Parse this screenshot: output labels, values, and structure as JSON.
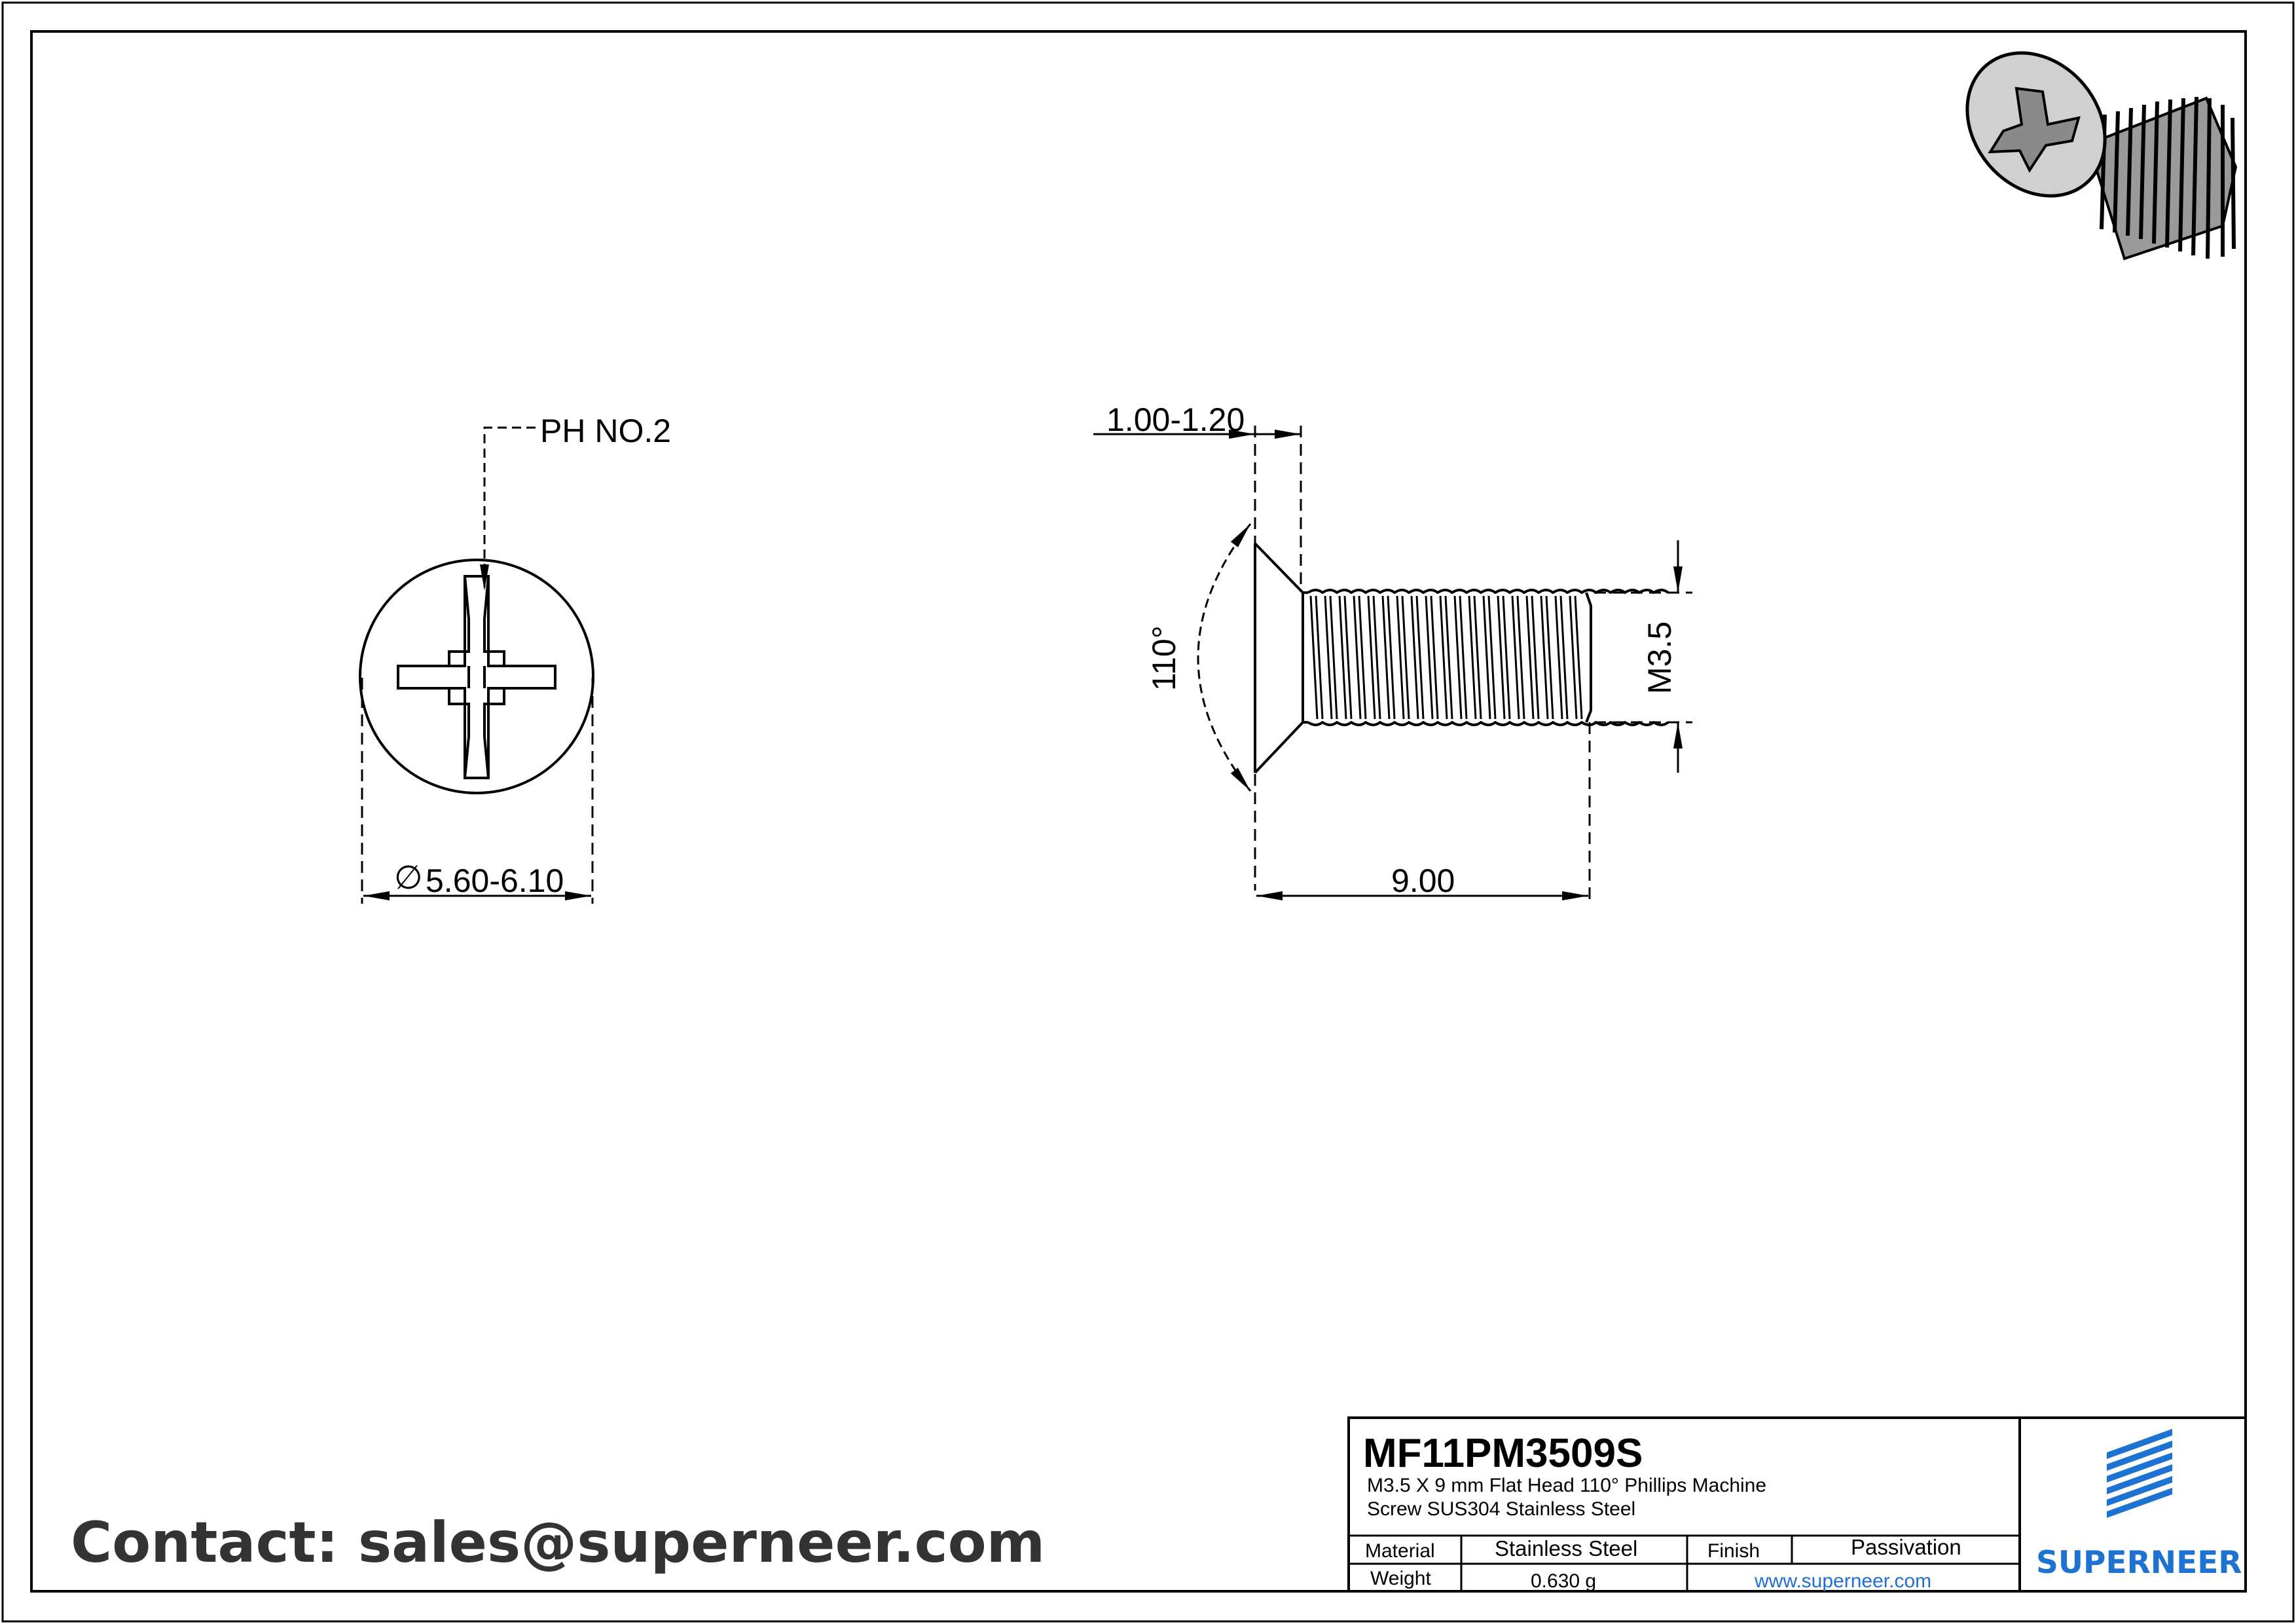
{
  "views": {
    "top_view": {
      "callout": "PH NO.2",
      "diameter_symbol": "∅",
      "diameter": "5.60-6.10"
    },
    "side_view": {
      "head_height": "1.00-1.20",
      "head_angle": "110°",
      "thread": "M3.5",
      "length": "9.00"
    }
  },
  "contact": "Contact: sales@superneer.com",
  "title_block": {
    "part_number": "MF11PM3509S",
    "description_line1": "M3.5 X 9 mm  Flat Head 110° Phillips Machine",
    "description_line2": "Screw SUS304 Stainless Steel",
    "material_label": "Material",
    "material_value": "Stainless Steel",
    "finish_label": "Finish",
    "finish_value": "Passivation",
    "weight_label": "Weight",
    "weight_value": "0.630 g",
    "website": "www.superneer.com",
    "brand": "SUPERNEER",
    "brand_color": "#1e73d2"
  }
}
